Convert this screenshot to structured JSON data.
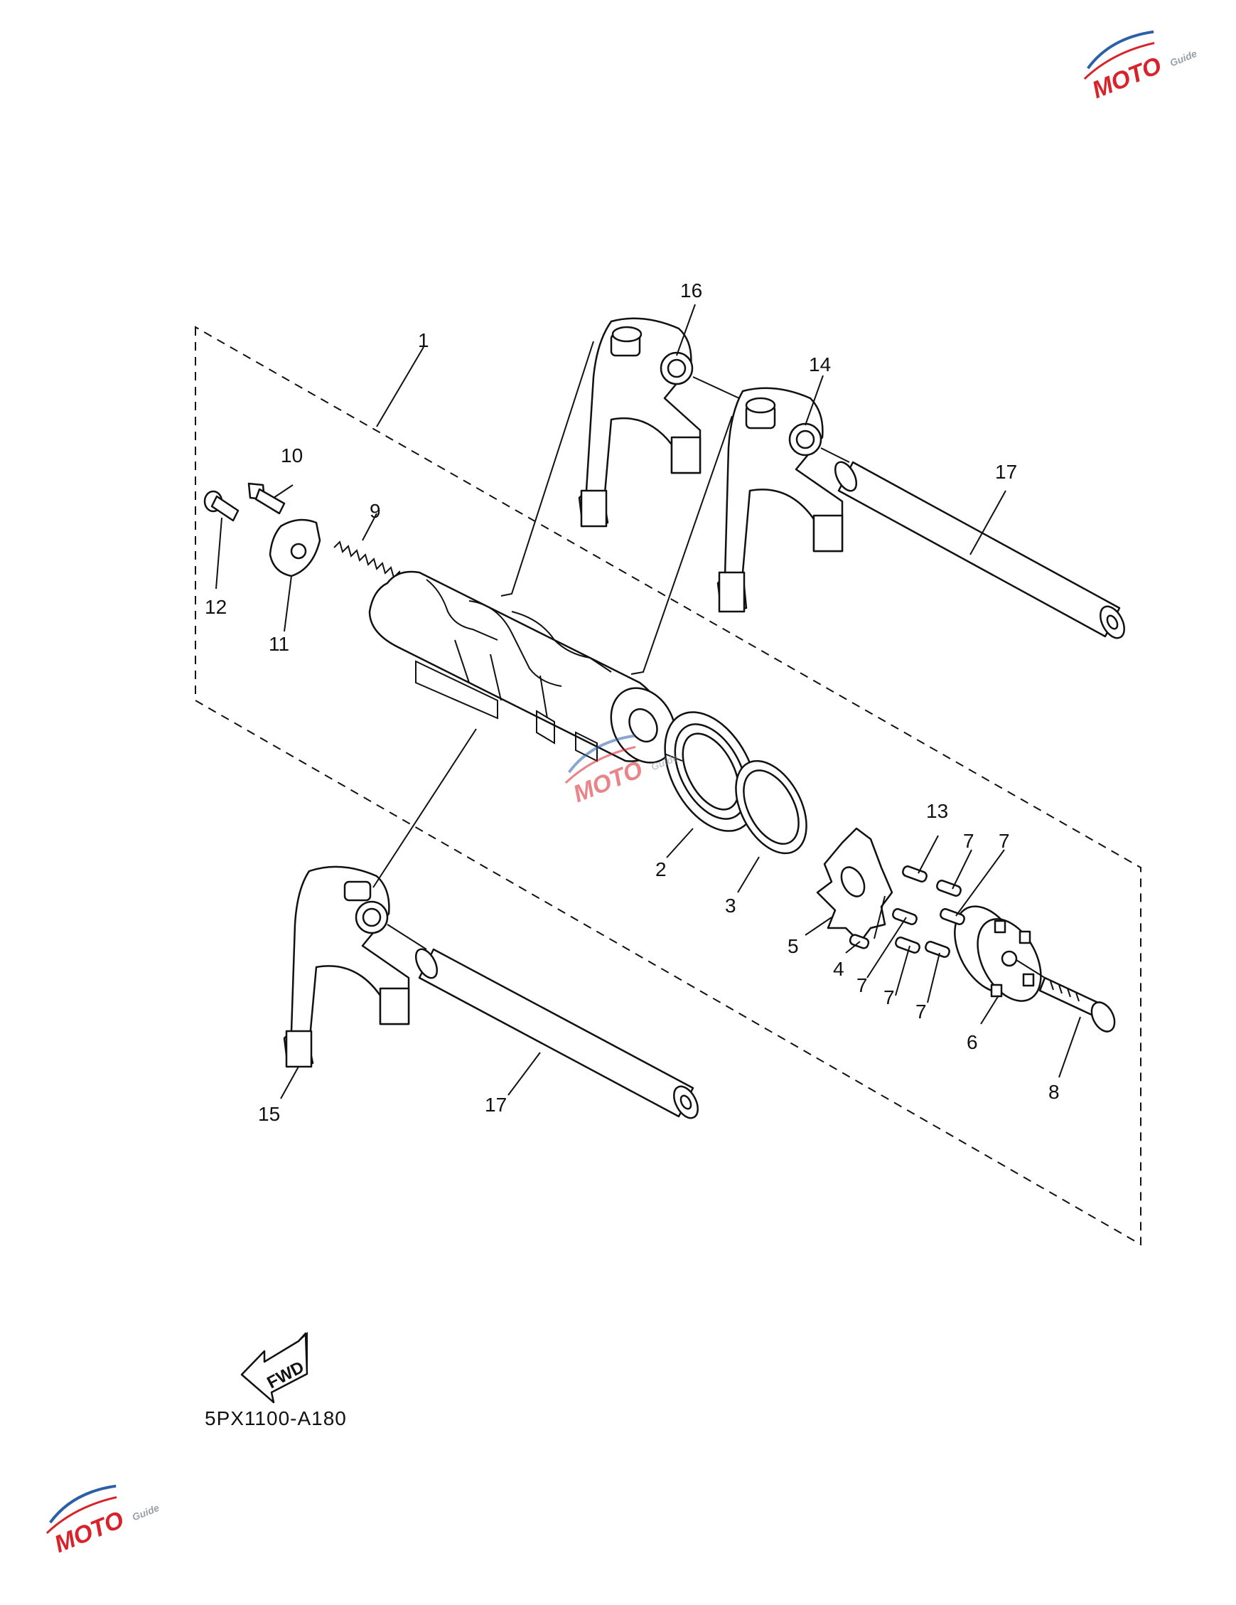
{
  "diagram": {
    "part_code": "5PX1100-A180",
    "fwd_label": "FWD",
    "labels": {
      "p1": "1",
      "p2": "2",
      "p3": "3",
      "p4": "4",
      "p5": "5",
      "p6": "6",
      "p7a": "7",
      "p7b": "7",
      "p7c": "7",
      "p7d": "7",
      "p7e": "7",
      "p8": "8",
      "p9": "9",
      "p10": "10",
      "p11": "11",
      "p12": "12",
      "p13": "13",
      "p14": "14",
      "p15": "15",
      "p16": "16",
      "p17a": "17",
      "p17b": "17"
    }
  },
  "watermark": {
    "logo_text": "MOTO",
    "logo_sub": "Guide",
    "colors": {
      "red": "#d8232a",
      "blue": "#2b5fa8",
      "grey": "#9aa0a6"
    }
  }
}
